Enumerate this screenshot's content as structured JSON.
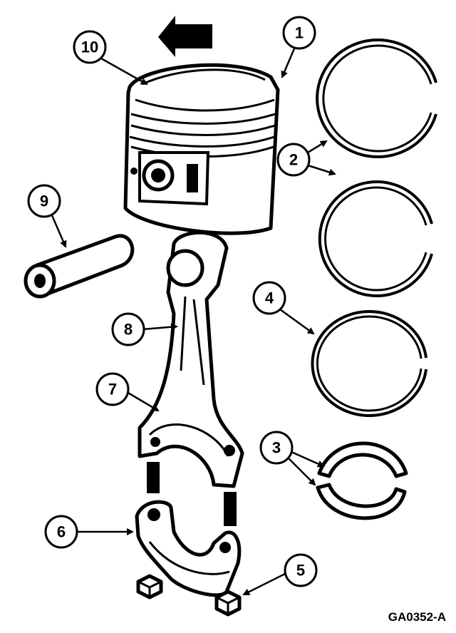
{
  "callouts": {
    "c1": "1",
    "c2": "2",
    "c3": "3",
    "c4": "4",
    "c5": "5",
    "c6": "6",
    "c7": "7",
    "c8": "8",
    "c9": "9",
    "c10": "10"
  },
  "figure_code": "GA0352-A"
}
